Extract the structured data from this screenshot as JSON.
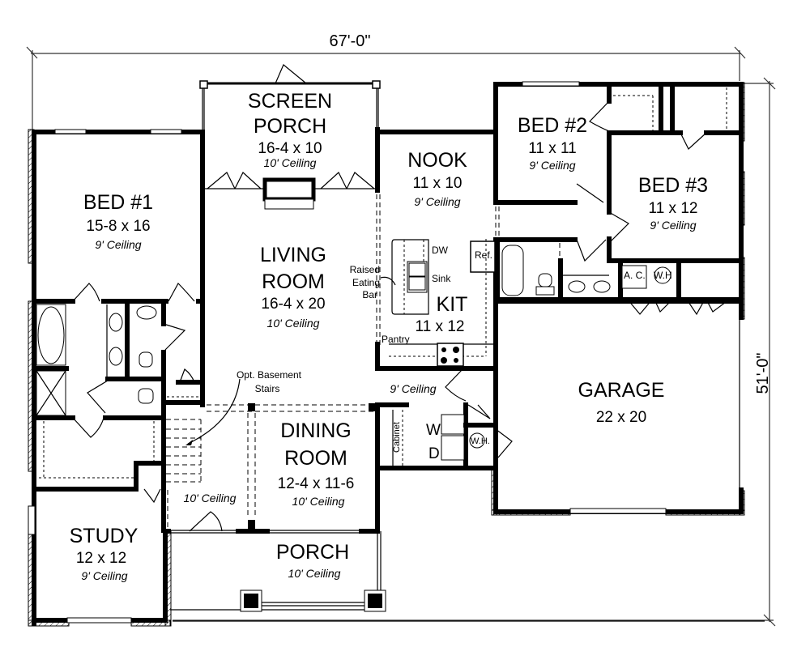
{
  "dimensions": {
    "overall_width": "67'-0\"",
    "overall_depth": "51'-0\""
  },
  "rooms": {
    "screen_porch": {
      "name_line1": "SCREEN",
      "name_line2": "PORCH",
      "size": "16-4 x 10",
      "ceiling": "10' Ceiling"
    },
    "bed1": {
      "name": "BED #1",
      "size": "15-8 x 16",
      "ceiling": "9' Ceiling"
    },
    "nook": {
      "name": "NOOK",
      "size": "11 x 10",
      "ceiling": "9' Ceiling"
    },
    "bed2": {
      "name": "BED #2",
      "size": "11 x 11",
      "ceiling": "9' Ceiling"
    },
    "bed3": {
      "name": "BED #3",
      "size": "11 x 12",
      "ceiling": "9' Ceiling"
    },
    "living": {
      "name_line1": "LIVING",
      "name_line2": "ROOM",
      "size": "16-4 x 20",
      "ceiling": "10' Ceiling"
    },
    "kitchen": {
      "name": "KIT",
      "size": "11 x 12"
    },
    "garage": {
      "name": "GARAGE",
      "size": "22 x 20"
    },
    "dining": {
      "name_line1": "DINING",
      "name_line2": "ROOM",
      "size": "12-4 x 11-6",
      "ceiling": "10' Ceiling"
    },
    "study": {
      "name": "STUDY",
      "size": "12 x 12",
      "ceiling": "9' Ceiling"
    },
    "porch": {
      "name": "PORCH",
      "ceiling": "10' Ceiling"
    },
    "foyer": {
      "ceiling": "10' Ceiling"
    },
    "laundry": {
      "ceiling": "9' Ceiling"
    }
  },
  "annotations": {
    "dw": "DW",
    "sink": "Sink",
    "ref": "Ref.",
    "pantry": "Pantry",
    "raised_bar_line1": "Raised",
    "raised_bar_line2": "Eating",
    "raised_bar_line3": "Bar",
    "basement_line1": "Opt. Basement",
    "basement_line2": "Stairs",
    "ac": "A. C.",
    "wh_top": "W.H",
    "wh_laundry": "W.H.",
    "washer": "W",
    "dryer": "D",
    "cabinet": "Cabinet"
  }
}
